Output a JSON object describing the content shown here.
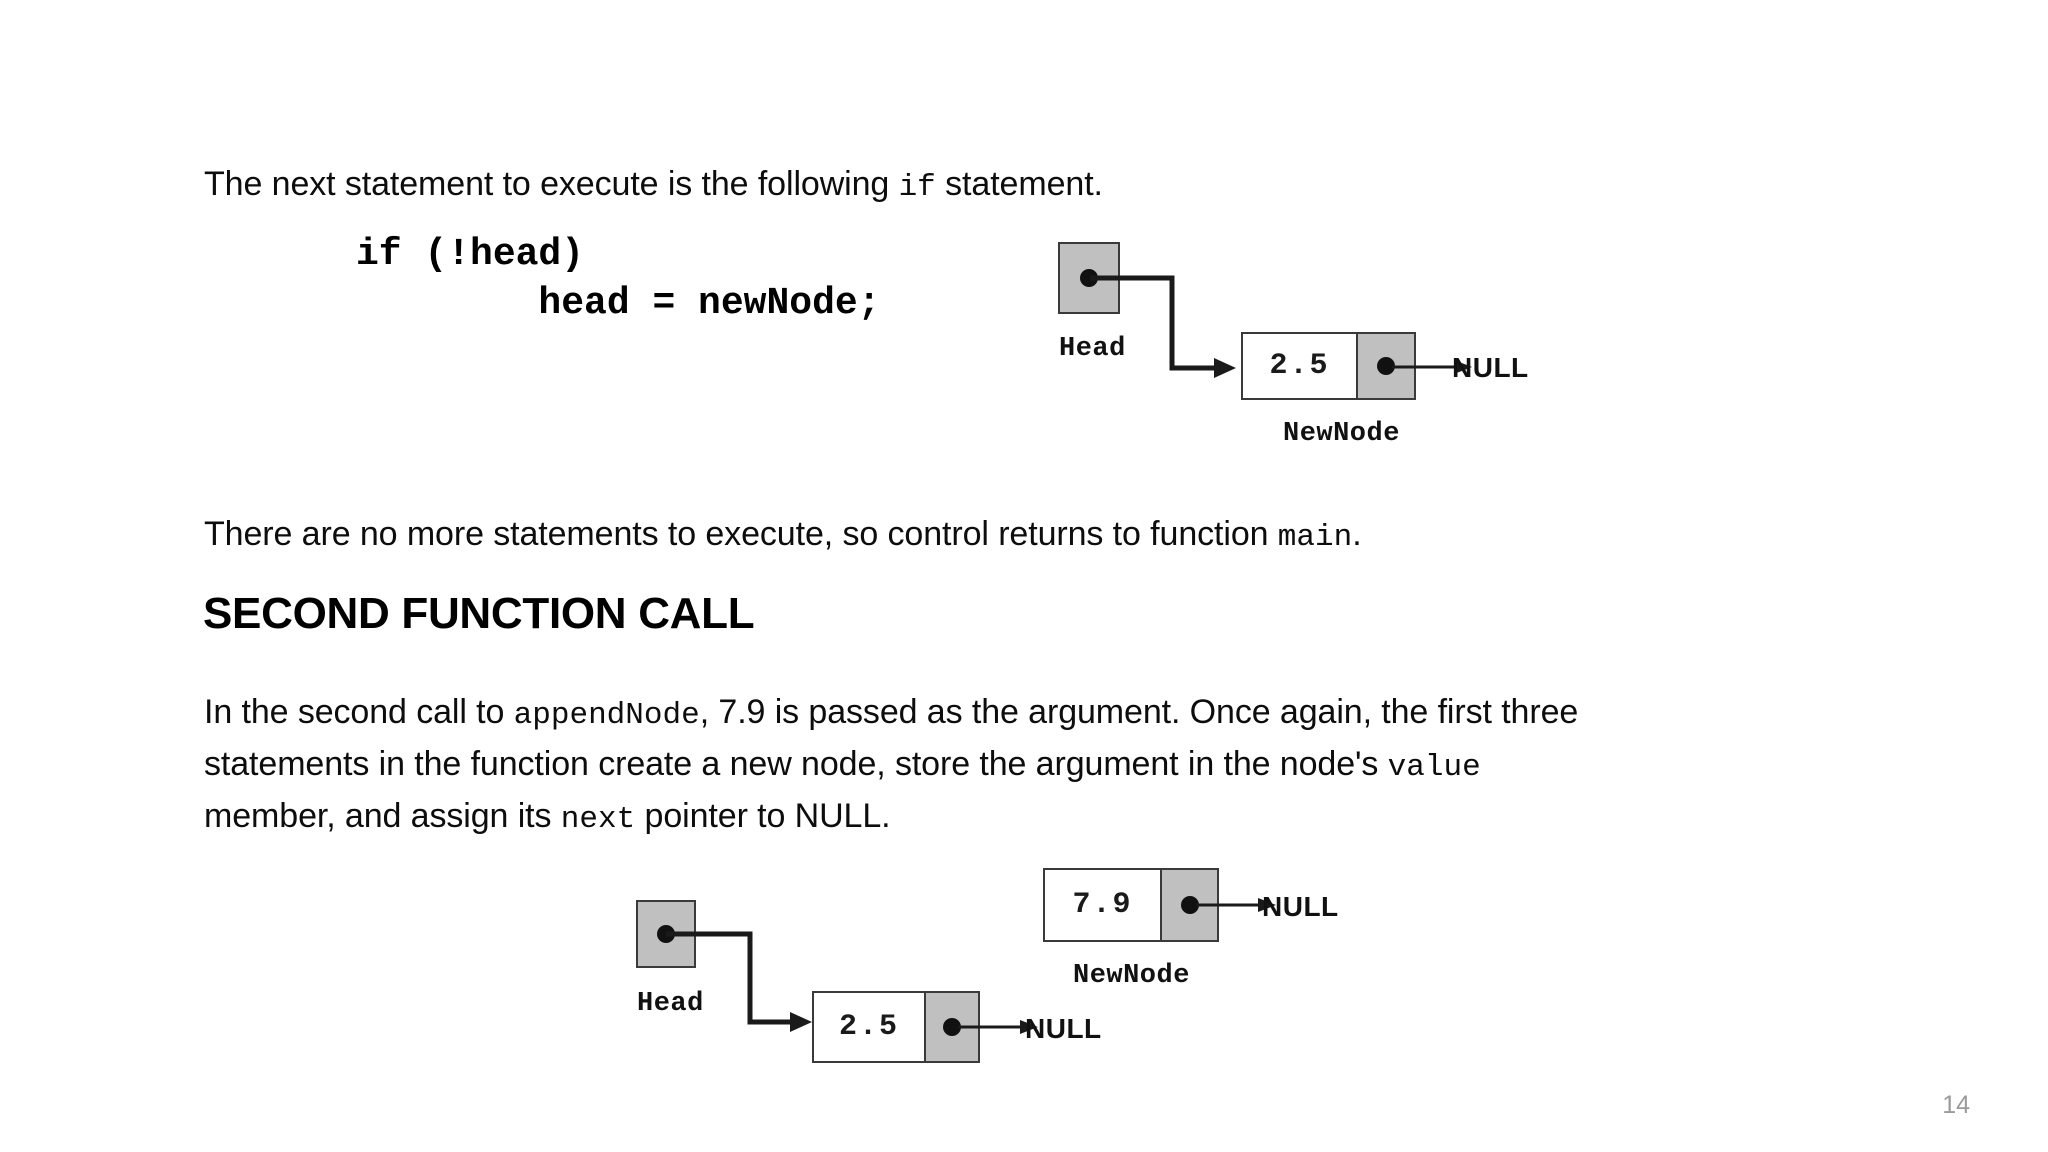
{
  "slide": {
    "page_number": "14",
    "background_color": "#ffffff"
  },
  "paragraphs": {
    "intro": {
      "part1": "The next statement to execute is the following ",
      "code1": "if",
      "part2": " statement."
    },
    "returns": {
      "part1": "There are no more statements to execute, so control returns to function ",
      "code1": "main",
      "part2": "."
    },
    "second_call": {
      "part1": "In the second call to ",
      "code1": "appendNode",
      "part2": ", 7.9 is passed as the argument. Once again, the first three statements in the function create a new node, store the argument in the node's ",
      "code2": "value",
      "part3": " member, and assign its ",
      "code3": "next",
      "part4": " pointer to NULL."
    }
  },
  "heading": {
    "second_function_call": "SECOND FUNCTION CALL"
  },
  "code_block": {
    "line1": "if (!head)",
    "line2": "        head = newNode;"
  },
  "diagram_one": {
    "head_label": "Head",
    "node_value": "2.5",
    "node_caption": "NewNode",
    "null_label": "NULL",
    "fill_color": "#c0c0c0",
    "stroke_color": "#3a3a3a"
  },
  "diagram_two": {
    "head_label": "Head",
    "new_node_value": "7.9",
    "new_node_caption": "NewNode",
    "new_node_null_label": "NULL",
    "list_node_value": "2.5",
    "list_node_null_label": "NULL",
    "fill_color": "#c0c0c0",
    "stroke_color": "#3a3a3a"
  }
}
